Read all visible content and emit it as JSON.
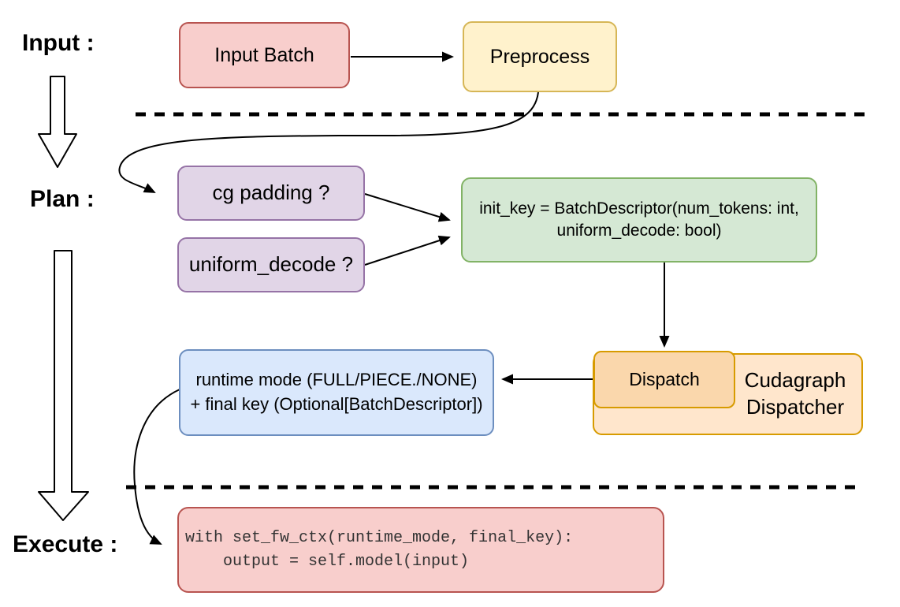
{
  "labels": {
    "input": "Input :",
    "plan": "Plan :",
    "execute": "Execute :"
  },
  "nodes": {
    "input_batch": {
      "label": "Input Batch"
    },
    "preprocess": {
      "label": "Preprocess"
    },
    "cg_padding": {
      "label": "cg padding ?"
    },
    "uniform_decode": {
      "label": "uniform_decode ?"
    },
    "init_key": {
      "line1": "init_key = BatchDescriptor(num_tokens: int,",
      "line2": "uniform_decode: bool)"
    },
    "runtime_key": {
      "line1": "runtime mode (FULL/PIECE./NONE)",
      "line2": "+ final key (Optional[BatchDescriptor])"
    },
    "dispatch": {
      "label": "Dispatch"
    },
    "cudagraph_dispatcher": {
      "line1": "Cudagraph",
      "line2": "Dispatcher"
    },
    "execute_code": {
      "line1": "with set_fw_ctx(runtime_mode, final_key):",
      "line2": "    output = self.model(input)"
    }
  },
  "colors": {
    "red_fill": "#f8cecc",
    "red_stroke": "#b85450",
    "yellow_fill": "#fff2cc",
    "yellow_stroke": "#d6b656",
    "purple_fill": "#e1d5e7",
    "purple_stroke": "#9673a6",
    "green_fill": "#d5e8d4",
    "green_stroke": "#82b366",
    "blue_fill": "#dae8fc",
    "blue_stroke": "#6c8ebf",
    "orange_fill": "#ffe6cc",
    "orange_inner_fill": "#fad7ac",
    "orange_stroke": "#d79b00",
    "connector": "#000000",
    "code_text": "#333333"
  }
}
